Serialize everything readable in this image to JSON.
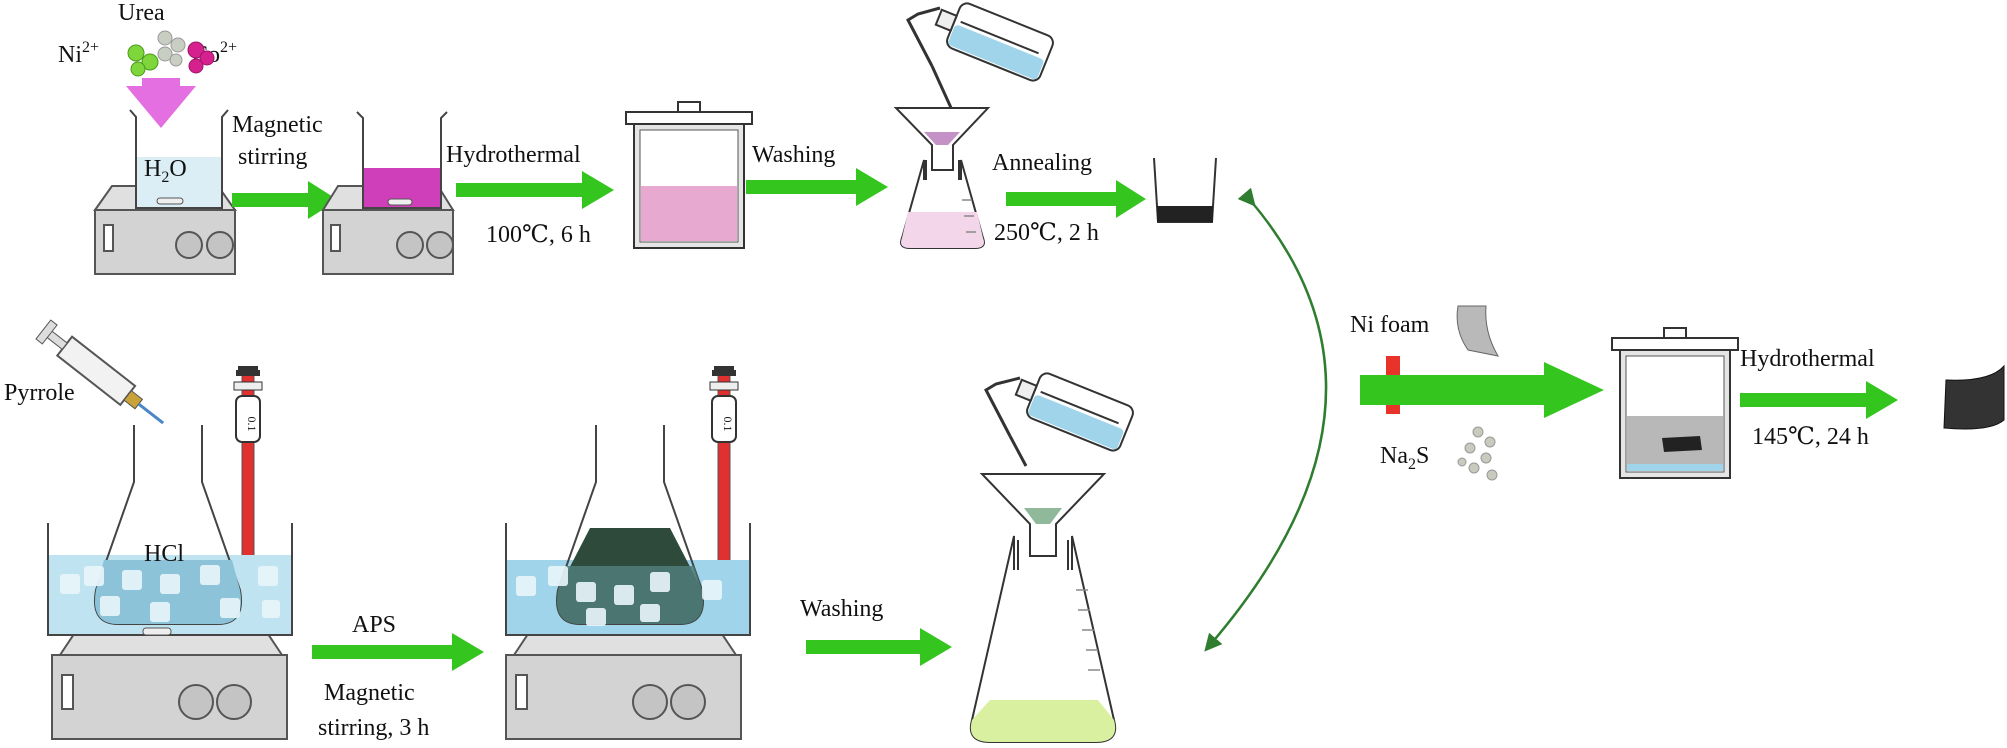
{
  "colors": {
    "arrow_green": "#35c51f",
    "curve_green": "#2f7d2f",
    "ni_green": "#7ed63a",
    "co_magenta": "#d6208e",
    "urea_grey": "#c9cec2",
    "water_blue": "#bfe3f0",
    "ice_blue": "#9fd4ea",
    "pink_solution": "#cf3fba",
    "light_pink": "#e7a9cf",
    "dark_green": "#2e4a3a",
    "yellow_green": "#d9f0a0",
    "hotplate_grey": "#a9a9a9",
    "red_plus": "#e8332b"
  },
  "top_row": {
    "urea_label": "Urea",
    "ni_label": "Ni",
    "ni_sup": "2+",
    "co_label": "Co",
    "co_sup": "2+",
    "water_h": "H",
    "water_sub": "2",
    "water_o": "O",
    "step1_line1": "Magnetic",
    "step1_line2": "stirring",
    "step2_label": "Hydrothermal",
    "step2_cond": "100℃, 6 h",
    "step3_label": "Washing",
    "step4_label": "Annealing",
    "step4_cond": "250℃, 2 h"
  },
  "bottom_row": {
    "pyrrole_label": "Pyrrole",
    "hcl_label": "HCl",
    "aps_label": "APS",
    "stir_line1": "Magnetic",
    "stir_line2": "stirring, 3 h",
    "washing_label": "Washing"
  },
  "right_section": {
    "ni_foam_label": "Ni foam",
    "na2s_na": "Na",
    "na2s_sub": "2",
    "na2s_s": "S",
    "hydro_label": "Hydrothermal",
    "hydro_cond": "145℃, 24 h"
  },
  "icons": {
    "thermometer_reading": "0.1"
  }
}
